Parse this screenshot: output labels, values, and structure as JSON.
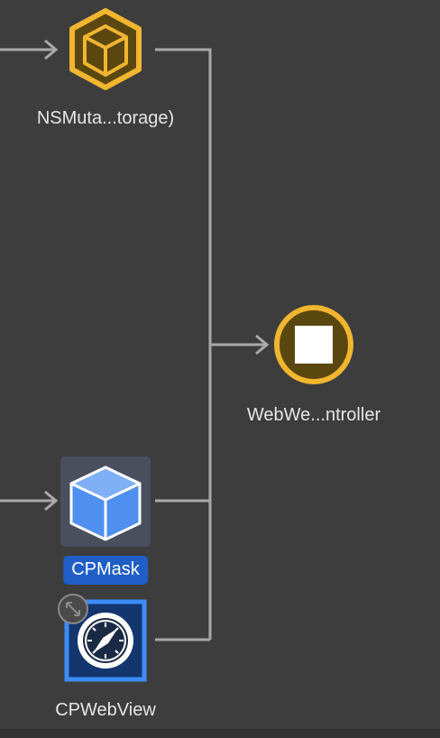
{
  "nodes": {
    "nsmutable": {
      "label": "NSMuta...torage)",
      "icon": "object-cube-icon"
    },
    "webwe": {
      "label": "WebWe...ntroller",
      "icon": "view-controller-icon"
    },
    "cpmask": {
      "label": "CPMask",
      "icon": "cube-icon",
      "selected": true
    },
    "cpwebview": {
      "label": "CPWebView",
      "icon": "compass-safari-icon"
    }
  },
  "colors": {
    "background": "#3d3d3d",
    "connector": "#a9a9a9",
    "object_yellow": "#f1b52f",
    "object_dark": "#5a4710",
    "cube_blue": "#4f8ff0",
    "selection_blue": "#1f5ec6"
  }
}
